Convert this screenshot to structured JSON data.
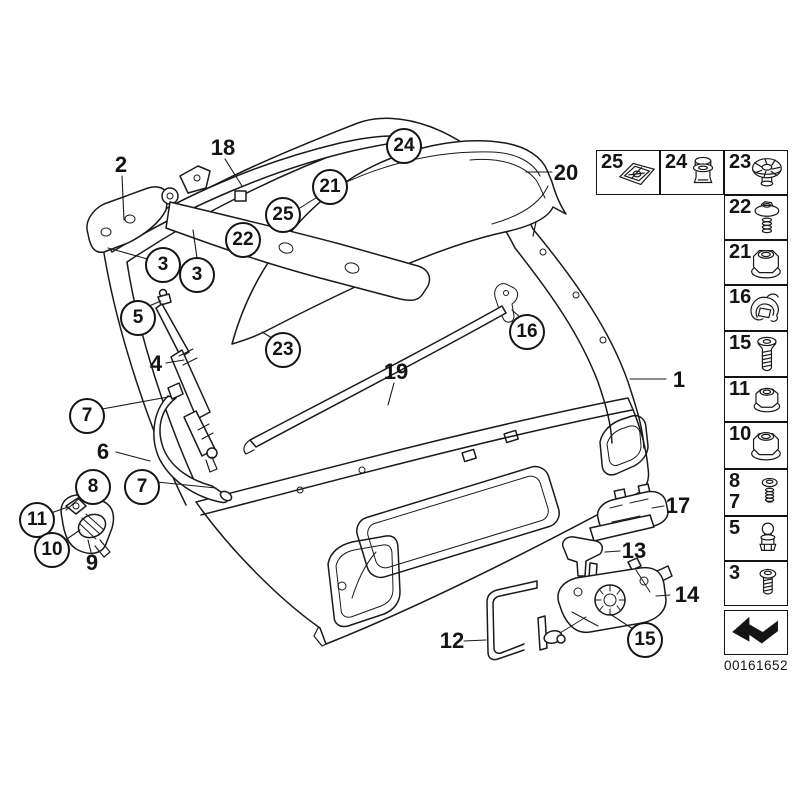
{
  "page": {
    "background": "#ffffff",
    "line_color": "#1a1a1a"
  },
  "diagram": {
    "title": "tailgate-exploded-view",
    "balloons": [
      {
        "label": "24"
      },
      {
        "label": "21"
      },
      {
        "label": "25"
      },
      {
        "label": "22"
      },
      {
        "label": "3"
      },
      {
        "label": "3"
      },
      {
        "label": "5"
      },
      {
        "label": "23"
      },
      {
        "label": "16"
      },
      {
        "label": "7"
      },
      {
        "label": "7"
      },
      {
        "label": "8"
      },
      {
        "label": "11"
      },
      {
        "label": "10"
      },
      {
        "label": "15"
      }
    ],
    "labels": [
      {
        "label": "2"
      },
      {
        "label": "18"
      },
      {
        "label": "20"
      },
      {
        "label": "4"
      },
      {
        "label": "6"
      },
      {
        "label": "9"
      },
      {
        "label": "19"
      },
      {
        "label": "1"
      },
      {
        "label": "17"
      },
      {
        "label": "13"
      },
      {
        "label": "14"
      },
      {
        "label": "12"
      }
    ]
  },
  "legend": {
    "items": [
      {
        "number": "25",
        "icon": "mounting-plate"
      },
      {
        "number": "24",
        "icon": "plug-grommet"
      },
      {
        "number": "23",
        "icon": "cone-washer"
      },
      {
        "number": "22",
        "icon": "screw-with-washer"
      },
      {
        "number": "21",
        "icon": "flange-nut"
      },
      {
        "number": "16",
        "icon": "spring-clip"
      },
      {
        "number": "15",
        "icon": "countersunk-screw"
      },
      {
        "number": "11",
        "icon": "flange-nut"
      },
      {
        "number": "10",
        "icon": "flange-nut"
      },
      {
        "number": "8",
        "number_secondary": "7",
        "icon": "pan-head-screw"
      },
      {
        "number": "5",
        "icon": "ball-stud"
      },
      {
        "number": "3",
        "icon": "pan-head-screw"
      }
    ]
  },
  "footer": {
    "document_number": "00161652"
  }
}
